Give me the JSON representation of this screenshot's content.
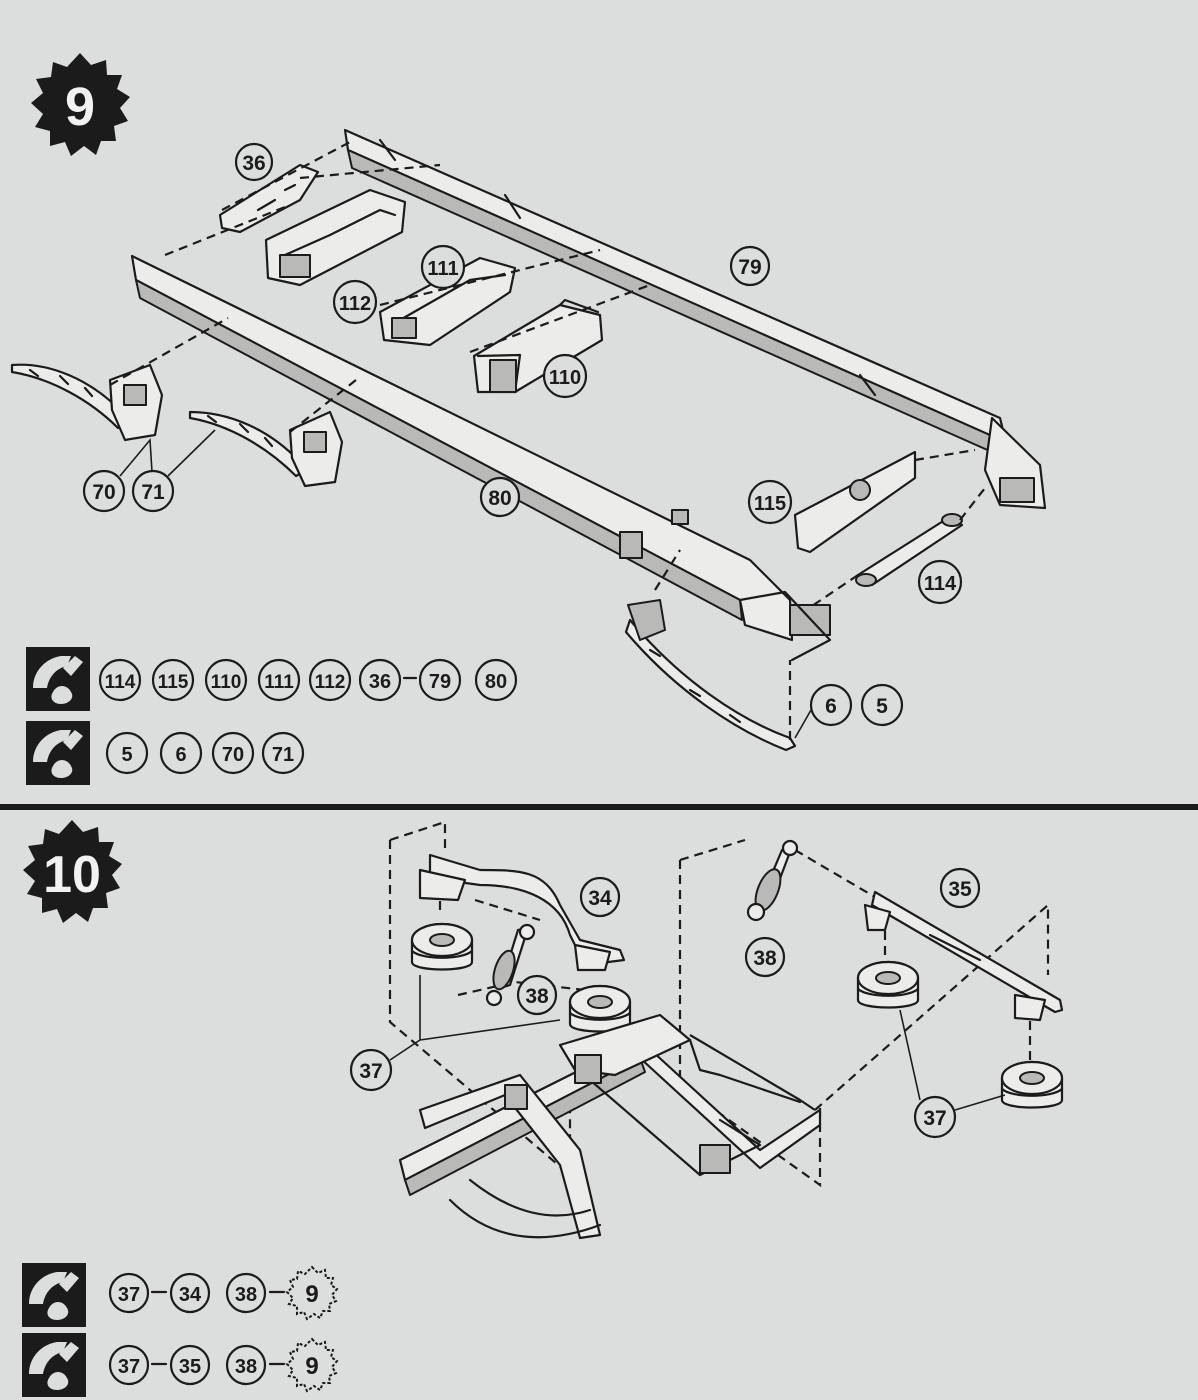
{
  "steps": [
    {
      "number": "9",
      "callouts": {
        "p36": "36",
        "p112": "112",
        "p111": "111",
        "p79": "79",
        "p110": "110",
        "p70": "70",
        "p71": "71",
        "p80": "80",
        "p115": "115",
        "p114": "114",
        "p6": "6",
        "p5": "5"
      },
      "glue_rows": [
        {
          "parts": [
            "114",
            "115",
            "110",
            "111",
            "112",
            "36",
            "79",
            "80"
          ]
        },
        {
          "parts": [
            "5",
            "6",
            "70",
            "71"
          ]
        }
      ]
    },
    {
      "number": "10",
      "callouts": {
        "p34": "34",
        "p38a": "38",
        "p37a": "37",
        "p38b": "38",
        "p35": "35",
        "p37b": "37"
      },
      "glue_rows": [
        {
          "parts": [
            "37",
            "34",
            "38"
          ],
          "step_ref": "9"
        },
        {
          "parts": [
            "37",
            "35",
            "38"
          ],
          "step_ref": "9"
        }
      ]
    }
  ]
}
